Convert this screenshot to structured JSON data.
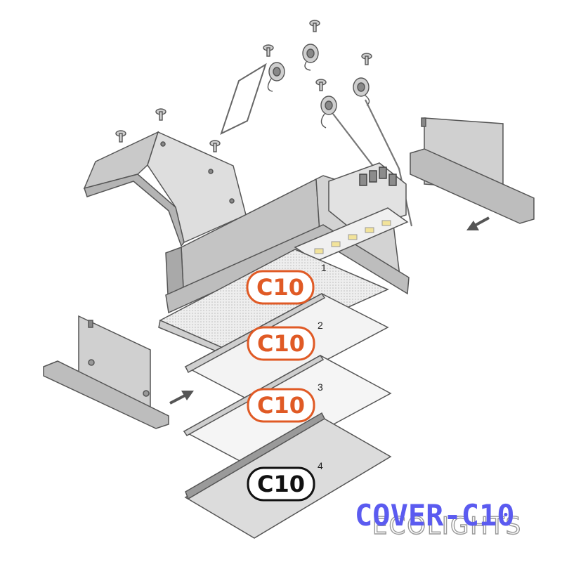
{
  "colors": {
    "metal_light": "#d9d9d9",
    "metal_mid": "#bdbdbd",
    "metal_dark": "#8f8f8f",
    "outline": "#555555",
    "badge_orange": "#e05a25",
    "badge_black": "#111111",
    "title_blue": "#5b5bf0",
    "logo_gray": "#9a9a9a"
  },
  "covers": [
    {
      "number": "1",
      "badge": "C10",
      "style": "orange"
    },
    {
      "number": "2",
      "badge": "C10",
      "style": "orange"
    },
    {
      "number": "3",
      "badge": "C10",
      "style": "orange"
    },
    {
      "number": "4",
      "badge": "C10",
      "style": "black"
    }
  ],
  "title": "COVER-C10",
  "logo": "ECOLIGHTS"
}
